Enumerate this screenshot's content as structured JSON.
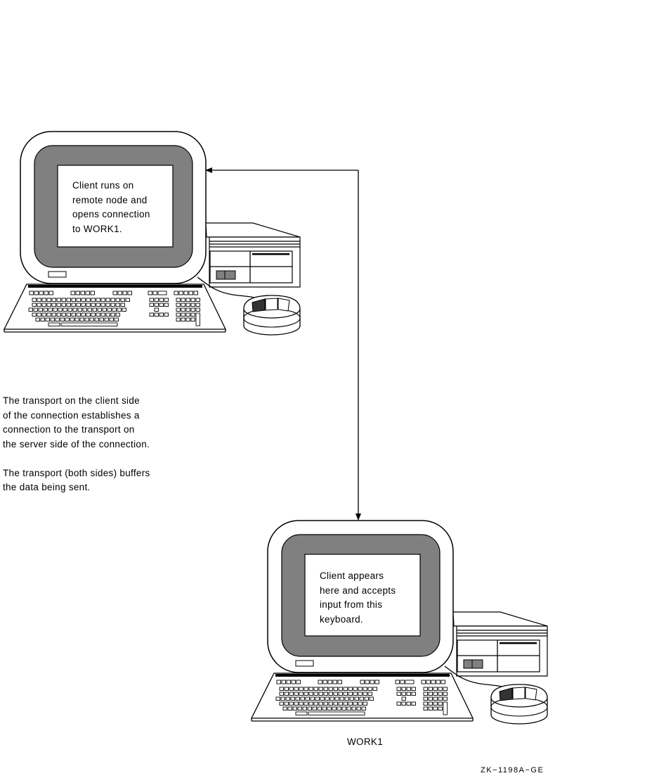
{
  "remote_workstation": {
    "screen_lines": [
      "Client runs on",
      "remote node and",
      "opens connection",
      "to WORK1."
    ],
    "icons": [
      "monitor-icon",
      "system-unit-icon",
      "keyboard-icon",
      "mouse-icon"
    ]
  },
  "local_workstation": {
    "screen_lines": [
      "Client appears",
      "here and accepts",
      "input from this",
      "keyboard."
    ],
    "label": "WORK1",
    "icons": [
      "monitor-icon",
      "system-unit-icon",
      "keyboard-icon",
      "mouse-icon"
    ]
  },
  "explanation": {
    "paragraph1": [
      "The transport on the client side",
      "of the connection establishes a",
      "connection to the  transport on",
      "the server side of the connection."
    ],
    "paragraph2": [
      "The transport (both sides) buffers",
      "the data being sent."
    ]
  },
  "connection": {
    "arrow_icon": "double-arrow-icon",
    "style": "bidirectional"
  },
  "figure_id": "ZK−1198A−GE",
  "colors": {
    "screen_bezel": "#808080",
    "line": "#000000",
    "background": "#ffffff"
  }
}
